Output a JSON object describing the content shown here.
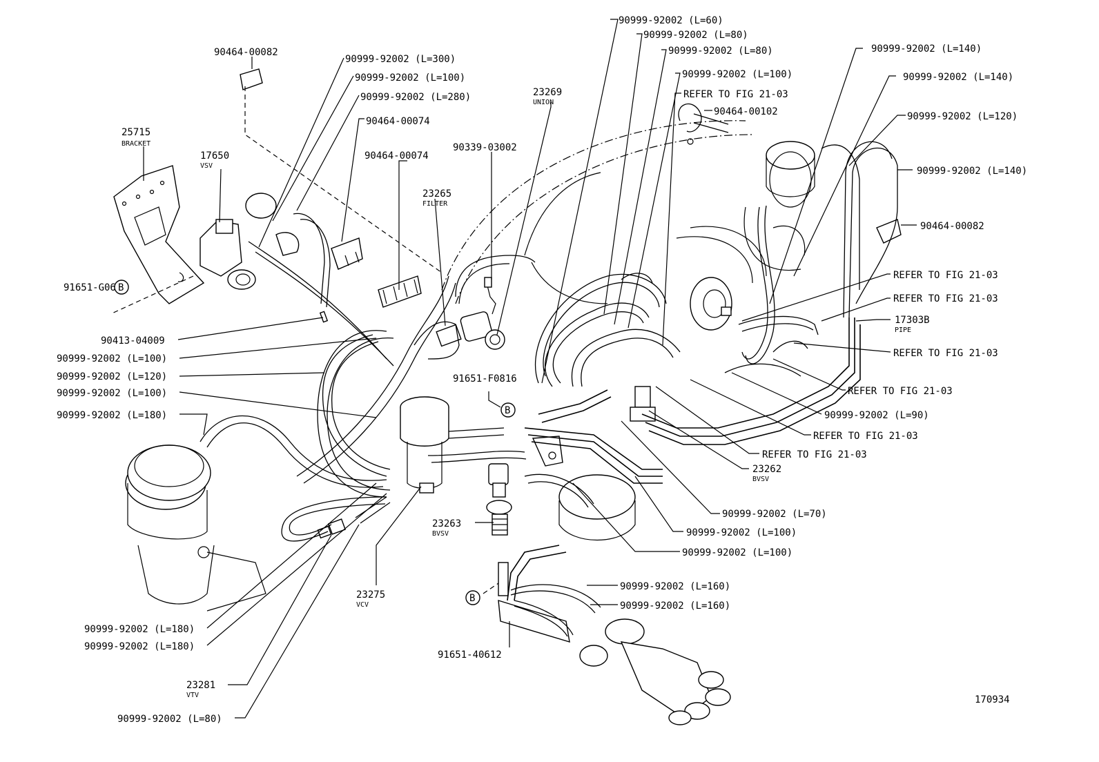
{
  "diagram_id": "170934",
  "labels": {
    "l_90464_00082_top": "90464-00082",
    "l_hose_300": "90999-92002 (L=300)",
    "l_hose_100_a": "90999-92002 (L=100)",
    "l_hose_280": "90999-92002 (L=280)",
    "l_90464_00074_a": "90464-00074",
    "l_90464_00074_b": "90464-00074",
    "l_25715": "25715",
    "l_25715_sub": "BRACKET",
    "l_17650": "17650",
    "l_17650_sub": "VSV",
    "l_91651_g0614": "91651-G0614",
    "l_23269": "23269",
    "l_23269_sub": "UNION",
    "l_90339": "90339-03002",
    "l_23265": "23265",
    "l_23265_sub": "FILTER",
    "l_hose_60": "90999-92002 (L=60)",
    "l_hose_80_a": "90999-92002 (L=80)",
    "l_hose_80_b": "90999-92002 (L=80)",
    "l_hose_100_b": "90999-92002 (L=100)",
    "l_refer_top": "REFER TO FIG 21-03",
    "l_90464_00102": "90464-00102",
    "l_hose_140_a": "90999-92002 (L=140)",
    "l_hose_140_b": "90999-92002 (L=140)",
    "l_hose_120_r": "90999-92002 (L=120)",
    "l_hose_140_c": "90999-92002 (L=140)",
    "l_90464_00082_r": "90464-00082",
    "l_refer_r1": "REFER TO FIG 21-03",
    "l_refer_r2": "REFER TO FIG 21-03",
    "l_17303b": "17303B",
    "l_17303b_sub": "PIPE",
    "l_refer_r3": "REFER TO FIG 21-03",
    "l_refer_r4": "REFER TO FIG 21-03",
    "l_hose_90": "90999-92002 (L=90)",
    "l_refer_r5": "REFER TO FIG 21-03",
    "l_refer_r6": "REFER TO FIG 21-03",
    "l_23262": "23262",
    "l_23262_sub": "BVSV",
    "l_hose_70": "90999-92002 (L=70)",
    "l_hose_100_c": "90999-92002 (L=100)",
    "l_hose_100_d": "90999-92002 (L=100)",
    "l_hose_160_a": "90999-92002 (L=160)",
    "l_hose_160_b": "90999-92002 (L=160)",
    "l_90413": "90413-04009",
    "l_hose_100_l1": "90999-92002 (L=100)",
    "l_hose_120_l": "90999-92002 (L=120)",
    "l_hose_100_l2": "90999-92002 (L=100)",
    "l_hose_180_l": "90999-92002 (L=180)",
    "l_91651_f0816": "91651-F0816",
    "l_23263": "23263",
    "l_23263_sub": "BVSV",
    "l_23275": "23275",
    "l_23275_sub": "VCV",
    "l_91651_40612": "91651-40612",
    "l_hose_180_b1": "90999-92002 (L=180)",
    "l_hose_180_b2": "90999-92002 (L=180)",
    "l_23281": "23281",
    "l_23281_sub": "VTV",
    "l_hose_80_bottom": "90999-92002 (L=80)",
    "marker_b": "B"
  }
}
